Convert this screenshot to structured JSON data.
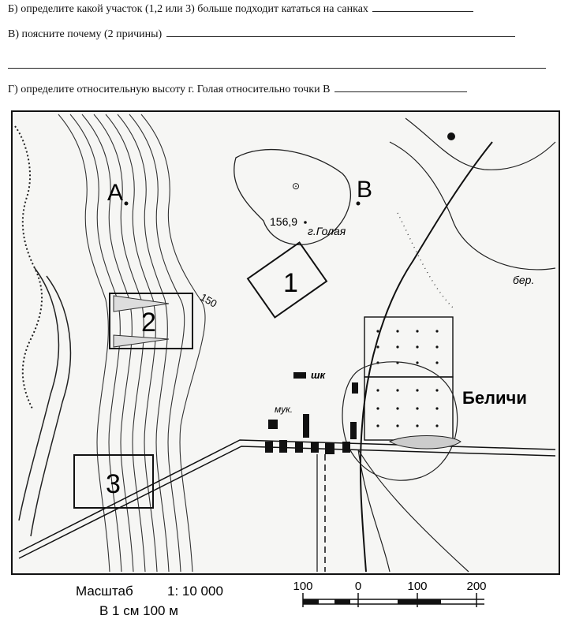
{
  "questions": {
    "b": "Б) определите какой участок (1,2 или 3) больше подходит кататься на санках",
    "v": "В) поясните почему (2 причины)",
    "g": "Г) определите относительную высоту г. Голая относительно точки В"
  },
  "map": {
    "point_a": "А",
    "point_b": "В",
    "elevation": "156,9",
    "hill_name": "г.Голая",
    "contour_label": "150",
    "area_1": "1",
    "area_2": "2",
    "area_3": "3",
    "village": "Беличи",
    "school": "шк",
    "mill": "мук.",
    "birch": "бер.",
    "scale_title": "Масштаб",
    "scale_ratio": "1: 10 000",
    "scale_note": "В 1 см 100 м",
    "scale_ticks": [
      "100",
      "0",
      "100",
      "200"
    ]
  }
}
